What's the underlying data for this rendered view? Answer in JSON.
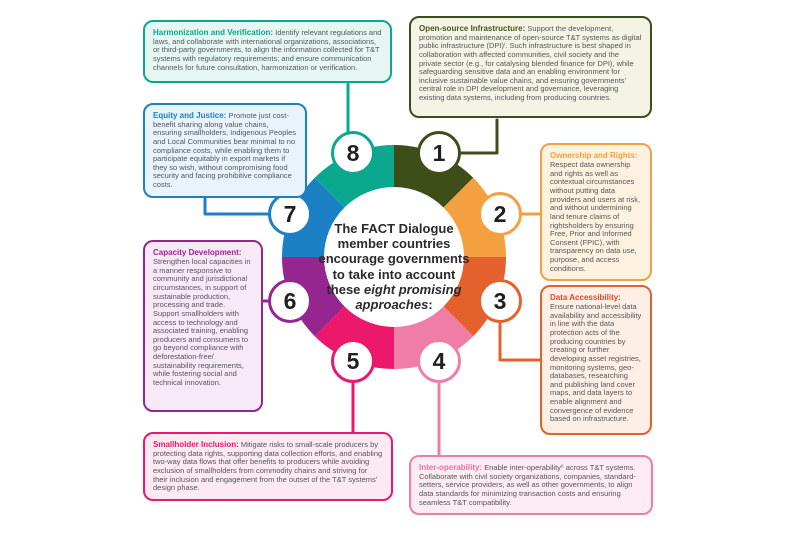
{
  "center": {
    "text_before": "The FACT Dialogue member countries encourage governments to take into account these ",
    "text_italic": "eight promising approaches",
    "text_after": ":"
  },
  "approaches": [
    {
      "number": "1",
      "title": "Open-source Infrastructure:",
      "body": "Support the development, promotion and maintenance of open-source T&T systems as digital public infrastructure (DPI)ⁱ. Such infrastructure is best shaped in collaboration with affected communities, civil society and the private sector (e.g., for catalysing blended finance for DPI), while safeguarding sensitive data and an enabling environment for inclusive sustainable value chains, and ensuring governments’ central role in DPI development and governance, leveraging existing data systems, including from producing countries.",
      "colors": {
        "accent": "#3e4e19",
        "background": "#f3f4e6",
        "title": "#46561d"
      }
    },
    {
      "number": "2",
      "title": "Ownership and Rights:",
      "body": "Respect data ownership and rights as well as contextual circumstances without putting data providers and users at risk, and without undermining land tenure claims of rightsholders by ensuring Free, Prior and Informed Consent (FPIC), with transparency on data use, purpose, and access conditions.",
      "colors": {
        "accent": "#f3a140",
        "background": "#fdf2e0",
        "title": "#f5a03c"
      }
    },
    {
      "number": "3",
      "title": "Data Accessibility:",
      "body": "Ensure national-level data availability and accessibility in line with the data protection acts of the producing countries by creating or further developing asset registries, monitoring systems, geo-databases, researching and publishing land cover maps, and data layers to enable alignment and convergence of evidence based on infrastructure.",
      "colors": {
        "accent": "#e4602c",
        "background": "#fdefe6",
        "title": "#e8472a"
      }
    },
    {
      "number": "4",
      "title": "Inter-operability:",
      "body": "Enable inter-operabilityⁱⁱ across T&T systems. Collaborate with civil society organizations, companies, standard-setters, service providers, as well as other governments, to align data standards for minimizing transaction costs and ensuring seamless T&T compatibility.",
      "colors": {
        "accent": "#f07da6",
        "background": "#fdecf3",
        "title": "#ef6ea4"
      }
    },
    {
      "number": "5",
      "title": "Smallholder Inclusion:",
      "body": "Mitigate risks to small-scale producers by protecting data rights, supporting data collection efforts, and enabling two-way data flows that offer benefits to producers while avoiding exclusion of smallholders from commodity chains and striving for their inclusion and engagement from the outset of the T&T systems’ design phase.",
      "colors": {
        "accent": "#ec186b",
        "background": "#fce9f1",
        "title": "#ec186b"
      }
    },
    {
      "number": "6",
      "title": "Capacity Development:",
      "body": "Strengthen local capacities in a manner responsive to community and jurisdictional circumstances, in support of sustainable production, processing and trade. Support smallholders with access to technology and associated training, enabling producers and consumers to go beyond compliance with deforestation-free/ sustainability requirements, while fostering social and technical innovation.",
      "colors": {
        "accent": "#96268f",
        "background": "#f7e9f6",
        "title": "#9c2390"
      }
    },
    {
      "number": "7",
      "title": "Equity and Justice:",
      "body": "Promote just cost-benefit sharing along value chains, ensuring smallholders, Indigenous Peoples and Local Communities bear minimal to no compliance costs, while enabling them to participate equitably in export markets if they so wish, without compromising food security and facing prohibitive compliance costs.",
      "colors": {
        "accent": "#1b80c4",
        "background": "#e8f3fb",
        "title": "#1b80c4"
      }
    },
    {
      "number": "8",
      "title": "Harmonization and Verification:",
      "body": "Identify relevant regulations and laws, and collaborate with international organizations, associations, or third-party governments, to align the information collected for T&T systems with regulatory requirements; and ensure communication channels for future consultation, harmonization or verification.",
      "colors": {
        "accent": "#0ba78e",
        "background": "#e6f6f3",
        "title": "#0aa78d"
      }
    }
  ],
  "wheel": {
    "segment_count": 8,
    "text_color": "#231f20"
  }
}
